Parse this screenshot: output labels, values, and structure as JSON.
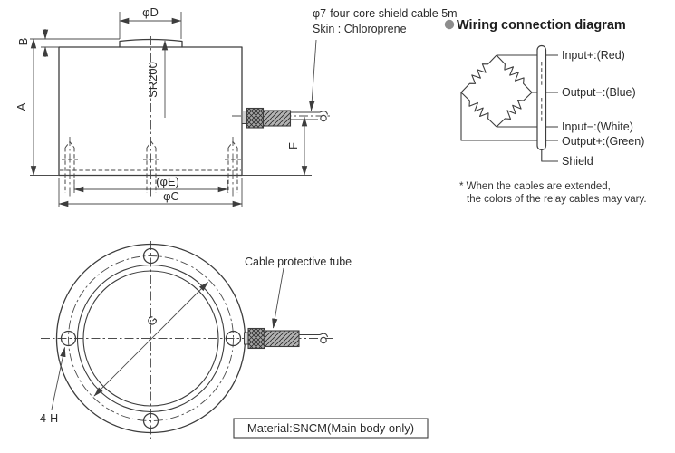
{
  "side_view": {
    "dim_phi_d": "φD",
    "dim_b": "B",
    "dim_a": "A",
    "sphere_radius": "SR200",
    "dim_phi_e": "(φE)",
    "dim_phi_c": "φC",
    "dim_f": "F",
    "cable_annotation_line1": "φ7-four-core shield cable 5m",
    "cable_annotation_line2": "Skin : Chloroprene"
  },
  "wiring": {
    "title": "Wiring connection diagram",
    "labels": [
      "Input+:(Red)",
      "Output−:(Blue)",
      "Input−:(White)",
      "Output+:(Green)",
      "Shield"
    ],
    "note_line1": "* When the cables are extended,",
    "note_line2": "the colors of the relay cables may vary."
  },
  "bottom_view": {
    "dim_g": "G",
    "bolt_holes_label": "4-H",
    "tube_label": "Cable protective tube",
    "material_label": "Material:SNCM(Main body only)"
  },
  "colors": {
    "line": "#3d3d3d",
    "bullet": "#8d8d8d",
    "hatch_fill": "#a6a6a6"
  }
}
